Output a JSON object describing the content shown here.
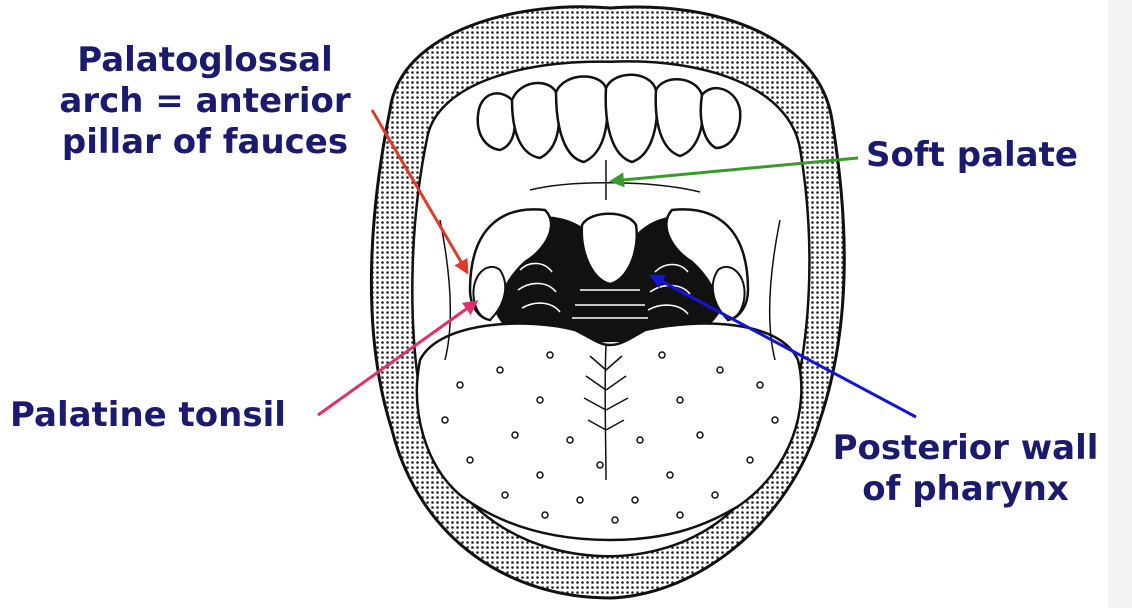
{
  "diagram": {
    "labels": {
      "palatoglossal_arch": [
        "Palatoglossal",
        "arch = anterior",
        "pillar of fauces"
      ],
      "soft_palate": "Soft palate",
      "palatine_tonsil": "Palatine tonsil",
      "posterior_wall": [
        "Posterior wall",
        "of pharynx"
      ]
    },
    "colors": {
      "label_text": "#1a1a6e",
      "palatoglossal_arrow": "#e03a2a",
      "soft_palate_arrow": "#3a9a2a",
      "palatine_tonsil_arrow": "#e0306a",
      "posterior_wall_arrow": "#1414d8",
      "lip_fill": "#d9d9d9"
    }
  }
}
